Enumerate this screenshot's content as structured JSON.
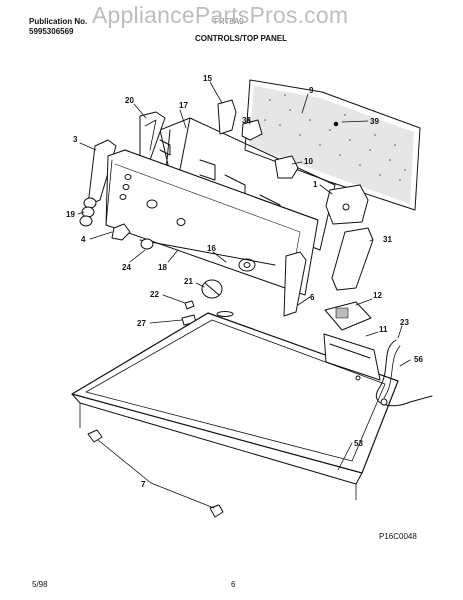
{
  "header": {
    "publication_label": "Publication No.",
    "publication_number": "5995306569",
    "model_code": "FRT8A9",
    "section_title": "CONTROLS/TOP PANEL"
  },
  "watermark": "AppliancePartsPros.com",
  "callouts": [
    "15",
    "9",
    "20",
    "17",
    "38",
    "39",
    "3",
    "10",
    "1",
    "19",
    "4",
    "31",
    "24",
    "18",
    "16",
    "21",
    "22",
    "6",
    "12",
    "27",
    "11",
    "23",
    "56",
    "53",
    "7"
  ],
  "footer": {
    "date": "5/98",
    "page_number": "6",
    "figure_code": "P16C0048"
  }
}
